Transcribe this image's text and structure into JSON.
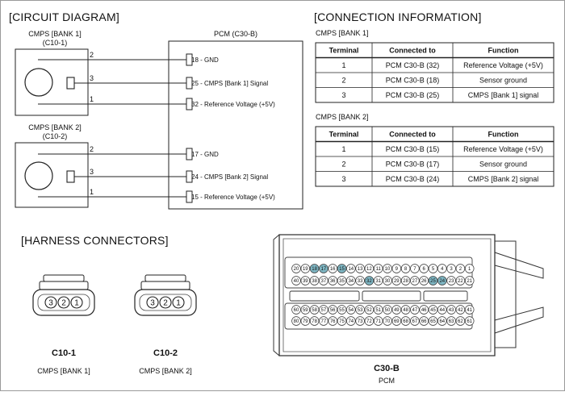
{
  "circuit": {
    "heading": "[CIRCUIT DIAGRAM]",
    "bank1": {
      "name": "CMPS [BANK 1]",
      "code": "(C10-1)"
    },
    "bank2": {
      "name": "CMPS [BANK 2]",
      "code": "(C10-2)"
    },
    "pcm_title": "PCM (C30-B)",
    "wires1": [
      {
        "sensor_pin": "2",
        "label": "18 - GND"
      },
      {
        "sensor_pin": "3",
        "label": "25 -  CMPS [Bank 1] Signal"
      },
      {
        "sensor_pin": "1",
        "label": "32 - Reference Voltage (+5V)"
      }
    ],
    "wires2": [
      {
        "sensor_pin": "2",
        "label": "17 - GND"
      },
      {
        "sensor_pin": "3",
        "label": "24 -  CMPS [Bank 2] Signal"
      },
      {
        "sensor_pin": "1",
        "label": "15 - Reference Voltage (+5V)"
      }
    ]
  },
  "connection": {
    "heading": "[CONNECTION INFORMATION]",
    "headers": [
      "Terminal",
      "Connected to",
      "Function"
    ],
    "tables": [
      {
        "title": "CMPS [BANK 1]",
        "rows": [
          [
            "1",
            "PCM C30-B (32)",
            "Reference Voltage (+5V)"
          ],
          [
            "2",
            "PCM C30-B (18)",
            "Sensor ground"
          ],
          [
            "3",
            "PCM C30-B (25)",
            "CMPS [Bank 1] signal"
          ]
        ]
      },
      {
        "title": "CMPS [BANK 2]",
        "rows": [
          [
            "1",
            "PCM C30-B (15)",
            "Reference Voltage (+5V)"
          ],
          [
            "2",
            "PCM C30-B (17)",
            "Sensor ground"
          ],
          [
            "3",
            "PCM C30-B (24)",
            "CMPS [Bank 2] signal"
          ]
        ]
      }
    ]
  },
  "harness": {
    "heading": "[HARNESS CONNECTORS]",
    "connectors": [
      {
        "code": "C10-1",
        "name": "CMPS [BANK 1]",
        "pins": [
          "3",
          "2",
          "1"
        ]
      },
      {
        "code": "C10-2",
        "name": "CMPS [BANK 2]",
        "pins": [
          "3",
          "2",
          "1"
        ]
      }
    ],
    "pcm_connector": {
      "code": "C30-B",
      "name": "PCM",
      "highlight_color": "#7fb7c4",
      "highlighted_pins": [
        "15",
        "17",
        "18",
        "24",
        "25",
        "32"
      ],
      "rows": [
        [
          "20",
          "19",
          "18",
          "17",
          "16",
          "15",
          "14",
          "13",
          "12",
          "11",
          "10",
          "9",
          "8",
          "7",
          "6",
          "5",
          "4",
          "3",
          "2",
          "1"
        ],
        [
          "40",
          "39",
          "38",
          "37",
          "36",
          "35",
          "34",
          "33",
          "32",
          "31",
          "30",
          "29",
          "28",
          "27",
          "26",
          "25",
          "24",
          "23",
          "22",
          "21"
        ],
        [
          "60",
          "59",
          "58",
          "57",
          "56",
          "55",
          "54",
          "53",
          "52",
          "51",
          "50",
          "49",
          "48",
          "47",
          "46",
          "45",
          "44",
          "43",
          "42",
          "41"
        ],
        [
          "80",
          "79",
          "78",
          "77",
          "76",
          "75",
          "74",
          "73",
          "72",
          "71",
          "70",
          "69",
          "68",
          "67",
          "66",
          "65",
          "64",
          "63",
          "62",
          "61"
        ]
      ]
    }
  }
}
